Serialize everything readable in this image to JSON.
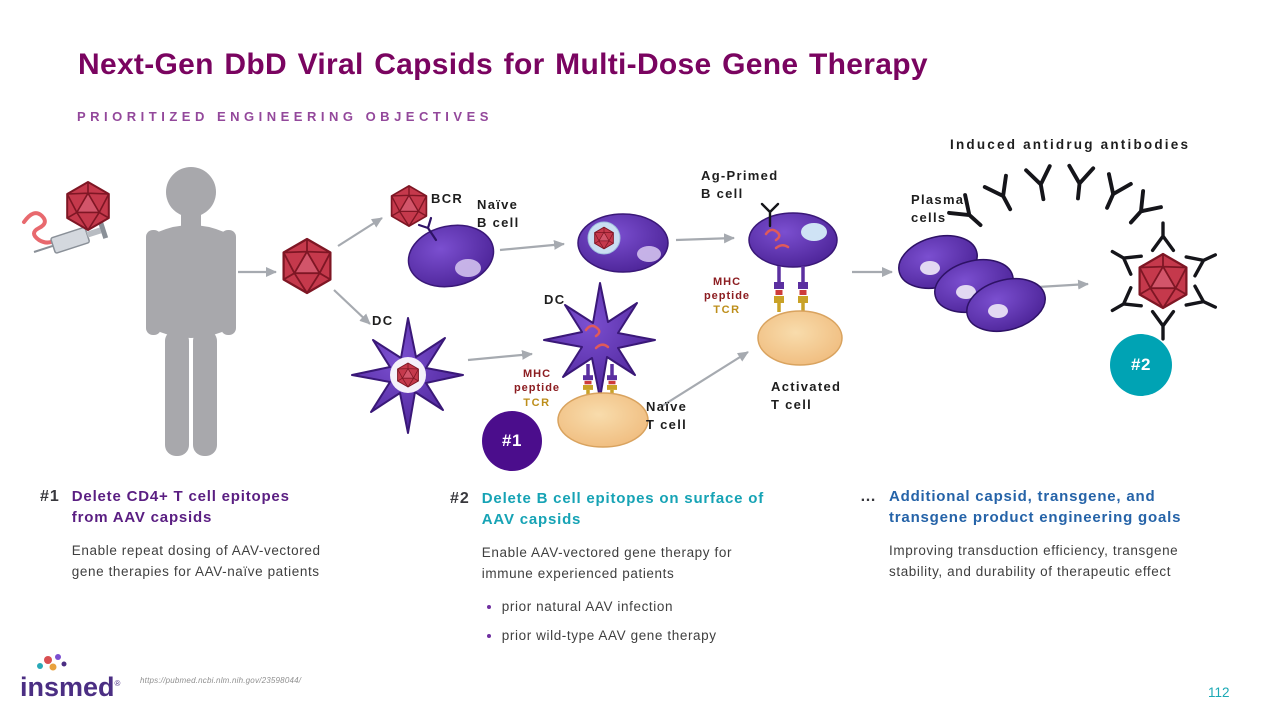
{
  "header": {
    "title": "Next-Gen DbD Viral Capsids for Multi-Dose Gene Therapy",
    "subtitle": "PRIORITIZED ENGINEERING OBJECTIVES"
  },
  "diagram": {
    "labels": {
      "antibodies_title": "Induced antidrug antibodies",
      "bcr": "BCR",
      "naive_b_cell": "Naïve\nB cell",
      "dc_left": "DC",
      "dc_right": "DC",
      "ag_primed_b_cell": "Ag-Primed\nB cell",
      "plasma_cells": "Plasma\ncells",
      "mhc_peptide_top": "MHC\npeptide",
      "tcr_top": "TCR",
      "mhc_peptide_bottom": "MHC\npeptide",
      "tcr_bottom": "TCR",
      "naive_t_cell": "Naïve\nT cell",
      "activated_t_cell": "Activated\nT cell"
    },
    "badges": {
      "one": "#1",
      "two": "#2"
    },
    "icons": {
      "capsid": "aav-capsid-icosahedron",
      "syringe": "syringe",
      "dna": "dna-squiggle",
      "human": "human-silhouette",
      "antibody": "y-antibody",
      "dendritic_cell": "dendritic-cell-star",
      "b_cell": "b-cell-oval",
      "t_cell": "t-cell-oval",
      "plasma_cell": "plasma-cell-oval",
      "arrow": "flow-arrow"
    }
  },
  "objectives": [
    {
      "number": "#1",
      "heading": "Delete CD4+ T cell epitopes from AAV capsids",
      "body": "Enable repeat dosing of AAV-vectored gene therapies for AAV-naïve patients",
      "bullets": []
    },
    {
      "number": "#2",
      "heading": "Delete B cell epitopes on surface of AAV capsids",
      "body": "Enable AAV-vectored gene therapy for immune experienced patients",
      "bullets": [
        "prior natural AAV infection",
        "prior wild-type AAV gene therapy"
      ]
    },
    {
      "number": "…",
      "heading": "Additional capsid, transgene, and transgene product engineering goals",
      "body": "Improving transduction efficiency, transgene stability, and durability of therapeutic effect",
      "bullets": []
    }
  ],
  "footer": {
    "logo_text": "insmed",
    "registered_mark": "®",
    "citation": "https://pubmed.ncbi.nlm.nih.gov/23598044/",
    "page_number": "112"
  },
  "colors": {
    "title": "#7A0460",
    "subtitle": "#93489B",
    "objective1_accent": "#5A1E82",
    "objective2_accent": "#16A3B5",
    "objective3_accent": "#2563A8",
    "badge1_bg": "#4B0D8C",
    "badge2_bg": "#00A3B4",
    "capsid_red": "#C5394C",
    "cell_purple": "#5B2FA0",
    "tcell_orange": "#F4C98E",
    "mhc_text": "#8C1D21",
    "tcr_text": "#BD8E1A",
    "page_number": "#1BA9B5"
  }
}
